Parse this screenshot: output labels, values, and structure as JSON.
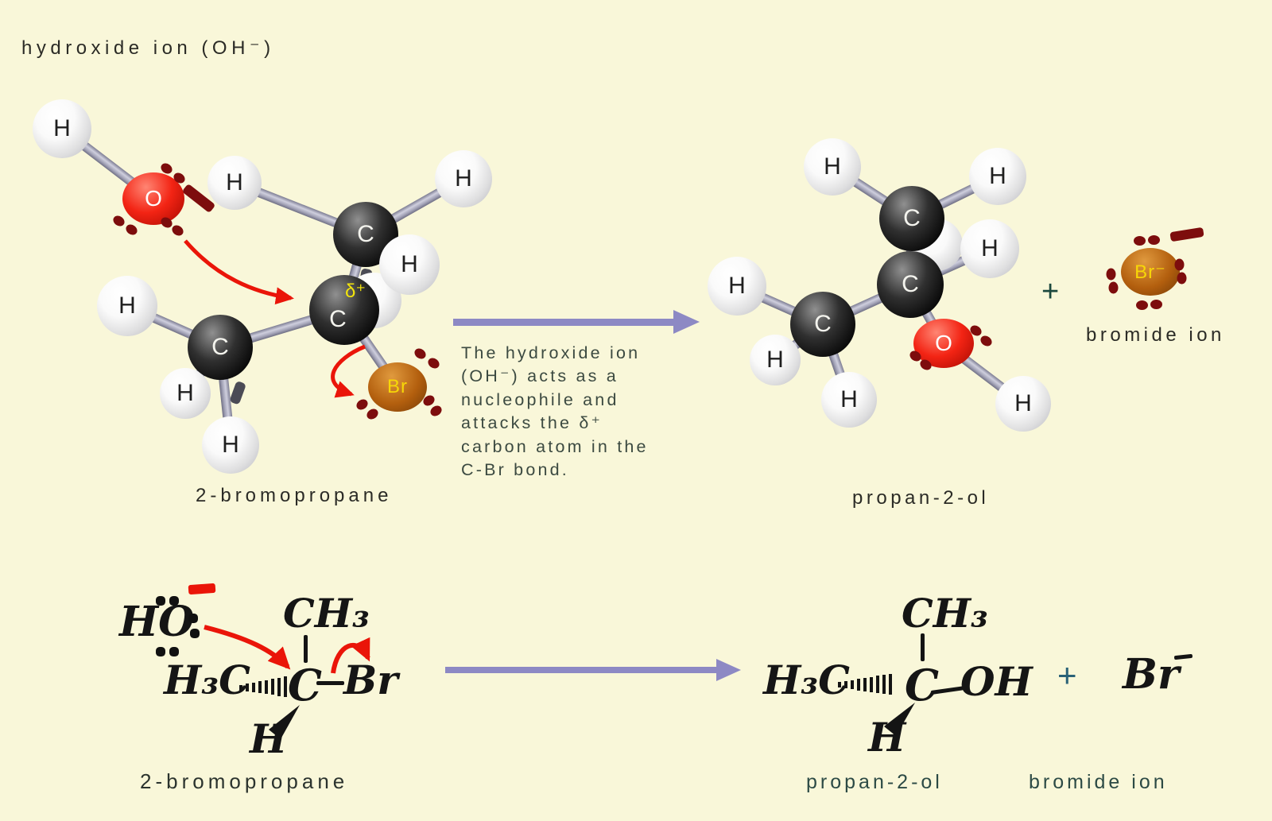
{
  "colors": {
    "background": "#f9f7d9",
    "oxygen_red": "#ea1509",
    "lone_pair_dark_red": "#7d0d0d",
    "reaction_arrow_purple": "#8d89c4",
    "atom_label_yellow": "#f7d707",
    "bromine_brown": "#b35f0e",
    "caption_dark": "#2b2b26",
    "description_green_gray": "#3c4a41",
    "teal_caption": "#2c4a45",
    "plus_top_teal": "#1c483e",
    "plus_bottom_blue": "#2a6277",
    "curved_arrow_red": "#ea1509"
  },
  "labels": {
    "H": "H",
    "C": "C",
    "O": "O",
    "Br": "Br",
    "Br_minus": "Br⁻",
    "delta_plus": "δ⁺",
    "minus": "−",
    "plus": "+"
  },
  "top": {
    "title": "hydroxide ion (OH⁻)",
    "caption_lines": [
      "The hydroxide ion",
      "(OH⁻) acts as a",
      "nucleophile and",
      "attacks the δ⁺",
      "carbon atom in the",
      "C-Br bond."
    ],
    "reactant_caption": "2-bromopropane",
    "product_caption": "propan-2-ol",
    "bromide_caption": "bromide ion"
  },
  "bottom": {
    "hydroxide": "HO",
    "ch3": "CH₃",
    "h3c": "H₃C",
    "c": "C",
    "br": "Br",
    "oh": "OH",
    "h": "H",
    "plus": "+",
    "br_ion": "Br",
    "reactant_caption": "2-bromopropane",
    "product_caption": "propan-2-ol",
    "bromide_caption": "bromide ion"
  }
}
